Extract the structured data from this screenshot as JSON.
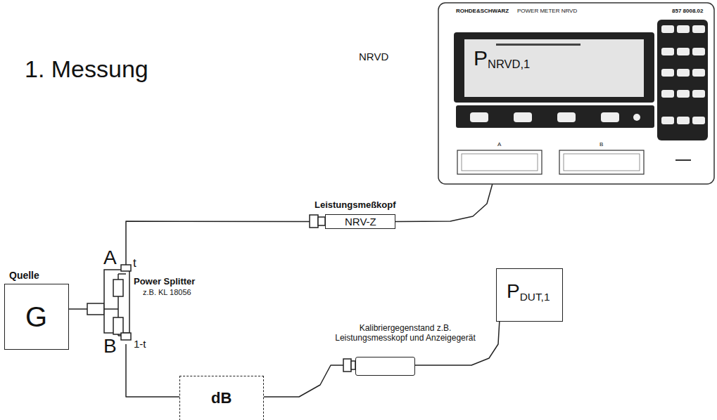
{
  "diagram": {
    "title": "1. Messung",
    "nodes": [
      {
        "text": [
          "Quelle",
          "G"
        ]
      },
      {
        "text": [
          "Power Splitter",
          "z.B. KL 18056"
        ]
      },
      {
        "text": [
          "Leistungsmeßkopf",
          "NRV-Z"
        ]
      },
      {
        "text": [
          "NRVD",
          "PNRVD,1"
        ]
      },
      {
        "text": [
          "dB"
        ]
      },
      {
        "text": [
          "Kalibriergegenstand z.B. Leistungsmesskopf und Anzeigegerät"
        ]
      },
      {
        "text": [
          "PDUT,1"
        ]
      }
    ],
    "edges": [
      {
        "from": 0,
        "to": 1,
        "arrow": "none"
      },
      {
        "from": 1,
        "to": 2,
        "arrow": "none"
      },
      {
        "from": 2,
        "to": 3,
        "arrow": "none"
      },
      {
        "from": 1,
        "to": 4,
        "arrow": "none"
      },
      {
        "from": 4,
        "to": 5,
        "arrow": "none"
      },
      {
        "from": 5,
        "to": 6,
        "arrow": "none"
      }
    ],
    "labels": [
      "A",
      "t",
      "B",
      "1-t",
      "ROHDE&SCHWARZ",
      "POWER METER NRVD",
      "857 8008.02",
      "A",
      "B"
    ]
  }
}
